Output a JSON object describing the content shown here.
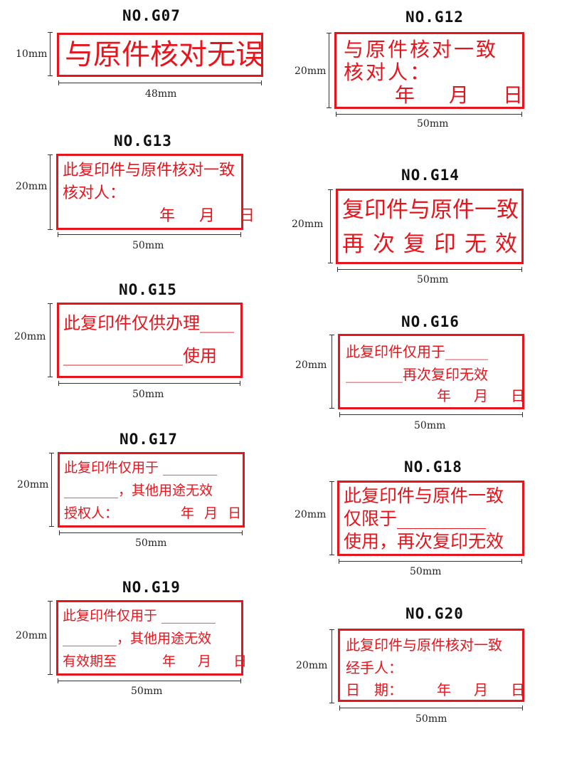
{
  "stamps": [
    {
      "code": "NO.G07",
      "height_label": "10mm",
      "width_label": "48mm",
      "lines": [
        "与原件核对无误"
      ]
    },
    {
      "code": "NO.G12",
      "height_label": "20mm",
      "width_label": "50mm",
      "lines": [
        "与原件核对一致",
        "核对人：",
        "年　月　日"
      ]
    },
    {
      "code": "NO.G13",
      "height_label": "20mm",
      "width_label": "50mm",
      "lines": [
        "此复印件与原件核对一致",
        "核对人：",
        "年　月　日"
      ]
    },
    {
      "code": "NO.G14",
      "height_label": "20mm",
      "width_label": "50mm",
      "lines": [
        "复印件与原件一致",
        "再次复印无效"
      ]
    },
    {
      "code": "NO.G15",
      "height_label": "20mm",
      "width_label": "50mm",
      "lines": [
        "此复印件仅供办理____",
        "______________使用"
      ]
    },
    {
      "code": "NO.G16",
      "height_label": "20mm",
      "width_label": "50mm",
      "lines": [
        "此复印件仅用于______",
        "________再次复印无效",
        "年　月　日"
      ]
    },
    {
      "code": "NO.G17",
      "height_label": "20mm",
      "width_label": "50mm",
      "lines": [
        "此复印件仅用于 ________",
        "________，其他用途无效",
        "授权人：",
        "年 月 日"
      ]
    },
    {
      "code": "NO.G18",
      "height_label": "20mm",
      "width_label": "50mm",
      "lines": [
        "此复印件与原件一致",
        "仅限于__________",
        "使用，再次复印无效"
      ]
    },
    {
      "code": "NO.G19",
      "height_label": "20mm",
      "width_label": "50mm",
      "lines": [
        "此复印件仅用于 ________",
        "________，其他用途无效",
        "有效期至",
        "年　月　日"
      ]
    },
    {
      "code": "NO.G20",
      "height_label": "20mm",
      "width_label": "50mm",
      "lines": [
        "此复印件与原件核对一致",
        "经手人：",
        "日　期：",
        "年　月　日"
      ]
    }
  ]
}
